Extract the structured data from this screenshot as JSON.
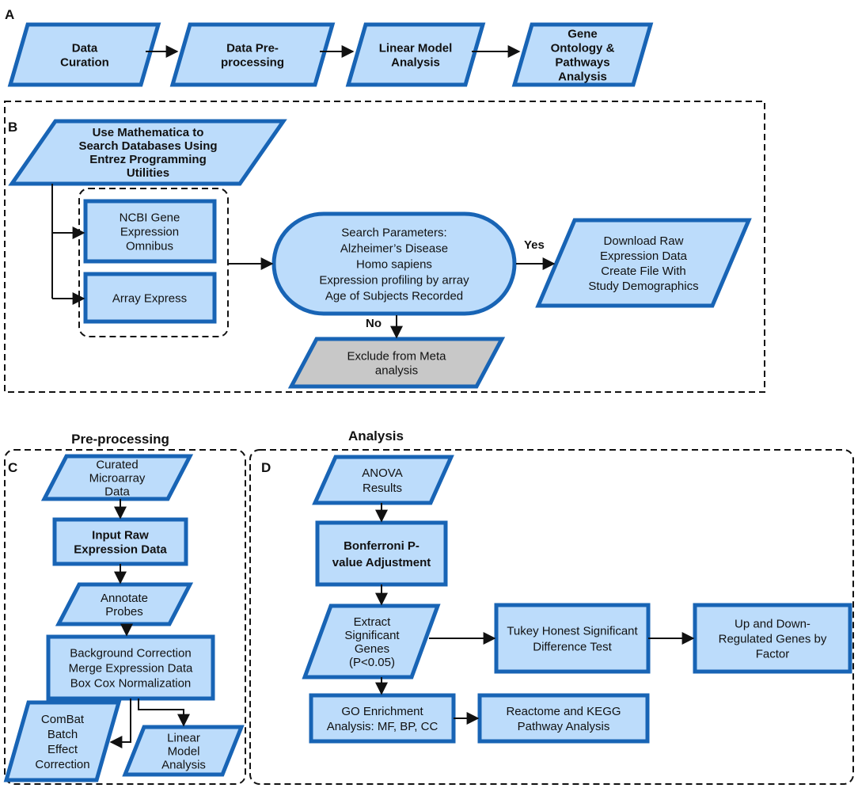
{
  "colors": {
    "box_fill": "#bcdcfb",
    "box_stroke": "#1864b5",
    "exclude_fill": "#c8c8c8",
    "red_text": "#a0161c",
    "blue_text": "#1d6ab2",
    "dark_text": "#111111"
  },
  "panels": {
    "a": "A",
    "b": "B",
    "c": "C",
    "d": "D"
  },
  "headings": {
    "preprocessing": "Pre-processing",
    "analysis": "Analysis"
  },
  "panel_a": {
    "step1": [
      "Data",
      "Curation"
    ],
    "step2": [
      "Data Pre-",
      "processing"
    ],
    "step3": [
      "Linear Model",
      "Analysis"
    ],
    "step4": [
      "Gene",
      "Ontology &",
      "Pathways",
      "Analysis"
    ]
  },
  "panel_b": {
    "search": [
      "Use Mathematica to",
      "Search Databases Using",
      "Entrez Programming",
      "Utilities"
    ],
    "ncbi": [
      "NCBI Gene",
      "Expression",
      "Omnibus"
    ],
    "array_express": [
      "Array Express"
    ],
    "params": [
      "Search Parameters:",
      "Alzheimer’s Disease",
      "Homo sapiens",
      "Expression profiling by array",
      "Age of Subjects Recorded"
    ],
    "yes": "Yes",
    "no": "No",
    "download": [
      "Download Raw",
      "Expression Data",
      "Create File With",
      "Study Demographics"
    ],
    "exclude": [
      "Exclude from Meta",
      "analysis"
    ]
  },
  "panel_c": {
    "curated": [
      "Curated",
      "Microarray",
      "Data"
    ],
    "input_raw": [
      "Input Raw",
      "Expression Data"
    ],
    "annotate": [
      "Annotate",
      "Probes"
    ],
    "background": [
      "Background Correction",
      "Merge Expression Data",
      "Box Cox Normalization"
    ],
    "combat": [
      "ComBat",
      "Batch",
      "Effect",
      "Correction"
    ],
    "linear": [
      "Linear",
      "Model",
      "Analysis"
    ]
  },
  "panel_d": {
    "anova": [
      "ANOVA",
      "Results"
    ],
    "bonferroni": [
      "Bonferroni P-",
      "value Adjustment"
    ],
    "extract": [
      "Extract",
      "Significant",
      "Genes",
      "(P<0.05)"
    ],
    "tukey": [
      "Tukey Honest Significant",
      "Difference Test"
    ],
    "updown": [
      "Up and Down-",
      "Regulated Genes by",
      "Factor"
    ],
    "go": [
      "GO Enrichment",
      "Analysis: MF, BP, CC"
    ],
    "reactome": [
      "Reactome and KEGG",
      "Pathway Analysis"
    ]
  }
}
